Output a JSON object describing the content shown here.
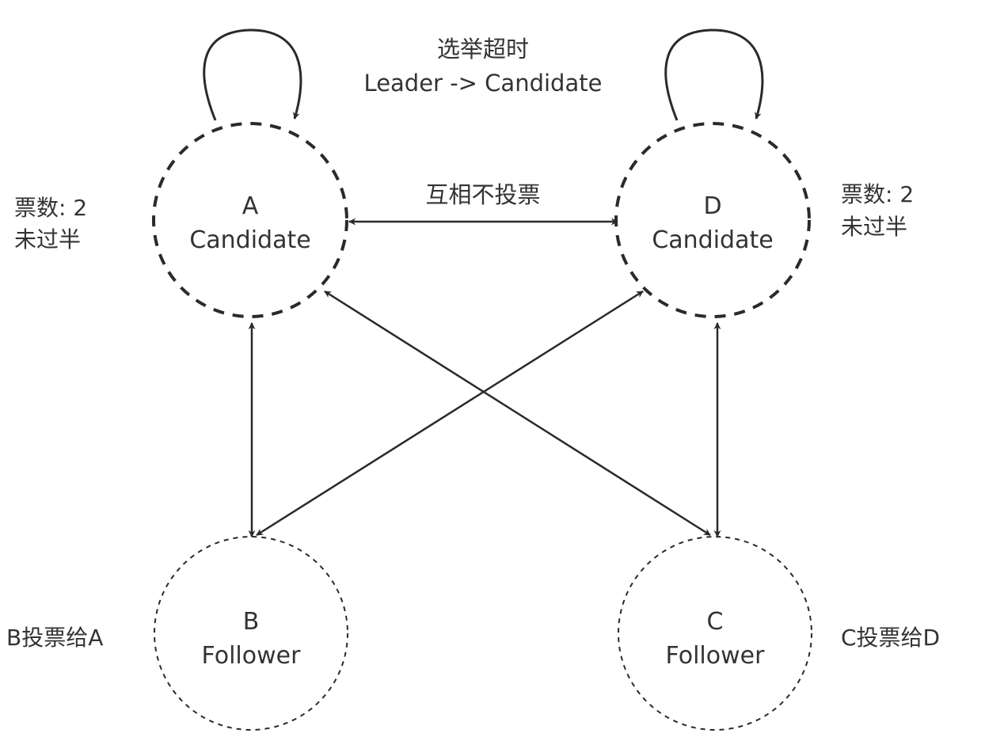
{
  "nodes": {
    "a": {
      "name": "A",
      "role": "Candidate"
    },
    "d": {
      "name": "D",
      "role": "Candidate"
    },
    "b": {
      "name": "B",
      "role": "Follower"
    },
    "c": {
      "name": "C",
      "role": "Follower"
    }
  },
  "annotations": {
    "timeout_line1": "选举超时",
    "timeout_line2": "Leader -> Candidate",
    "mutual_no_vote": "互相不投票",
    "a_votes_line1": "票数: 2",
    "a_votes_line2": "未过半",
    "d_votes_line1": "票数: 2",
    "d_votes_line2": "未过半",
    "b_vote": "B投票给A",
    "c_vote": "C投票给D"
  },
  "colors": {
    "stroke": "#2a2a2a",
    "text": "#333333",
    "background": "#ffffff"
  }
}
